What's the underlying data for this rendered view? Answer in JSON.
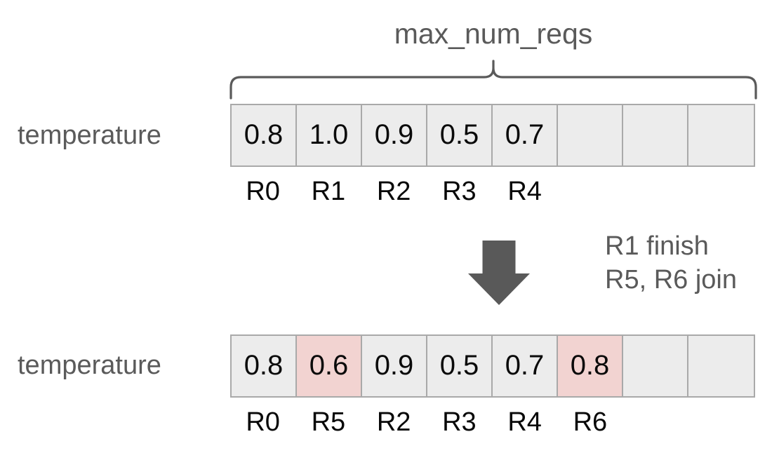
{
  "diagram": {
    "title": "max_num_reqs",
    "brace_label": "max_num_reqs",
    "colors": {
      "cell_fill": "#ececec",
      "cell_border": "#a9a9a9",
      "highlight_fill": "#f2d3d1",
      "label_gray": "#5a5a5a",
      "arrow_gray": "#595959",
      "value_text": "#0a0a0a",
      "background": "#ffffff"
    },
    "rows": [
      {
        "label": "temperature",
        "capacity": 8,
        "cells": [
          {
            "value": "0.8",
            "highlight": false,
            "empty": false
          },
          {
            "value": "1.0",
            "highlight": false,
            "empty": false
          },
          {
            "value": "0.9",
            "highlight": false,
            "empty": false
          },
          {
            "value": "0.5",
            "highlight": false,
            "empty": false
          },
          {
            "value": "0.7",
            "highlight": false,
            "empty": false
          },
          {
            "value": "",
            "highlight": false,
            "empty": true
          },
          {
            "value": "",
            "highlight": false,
            "empty": true
          },
          {
            "value": "",
            "highlight": false,
            "empty": true
          }
        ],
        "request_ids": [
          "R0",
          "R1",
          "R2",
          "R3",
          "R4",
          "",
          "",
          ""
        ]
      },
      {
        "label": "temperature",
        "capacity": 8,
        "cells": [
          {
            "value": "0.8",
            "highlight": false,
            "empty": false
          },
          {
            "value": "0.6",
            "highlight": true,
            "empty": false
          },
          {
            "value": "0.9",
            "highlight": false,
            "empty": false
          },
          {
            "value": "0.5",
            "highlight": false,
            "empty": false
          },
          {
            "value": "0.7",
            "highlight": false,
            "empty": false
          },
          {
            "value": "0.8",
            "highlight": true,
            "empty": false
          },
          {
            "value": "",
            "highlight": false,
            "empty": true
          },
          {
            "value": "",
            "highlight": false,
            "empty": true
          }
        ],
        "request_ids": [
          "R0",
          "R5",
          "R2",
          "R3",
          "R4",
          "R6",
          "",
          ""
        ]
      }
    ],
    "transition": {
      "line1": "R1 finish",
      "line2": "R5, R6 join",
      "arrow_direction": "down"
    }
  }
}
